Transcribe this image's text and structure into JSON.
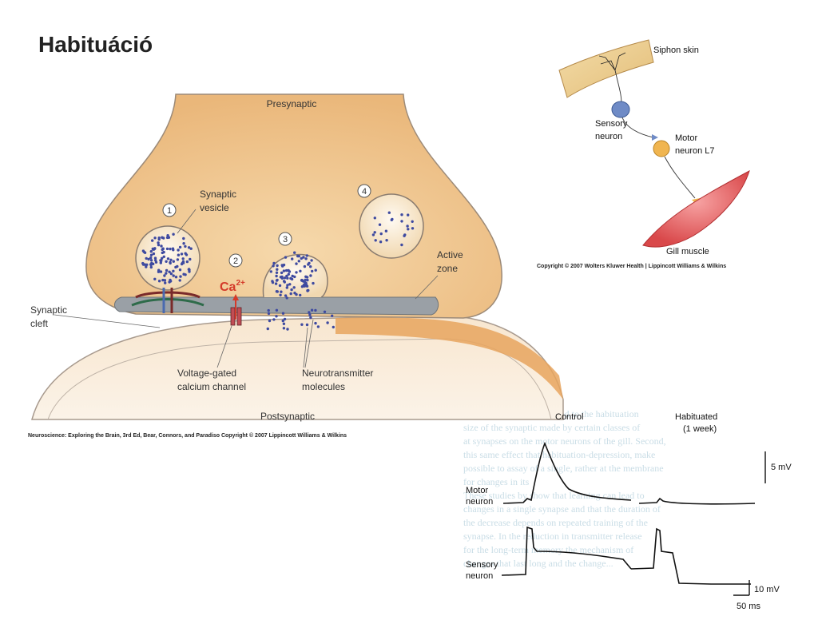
{
  "title": "Habituáció",
  "synapse": {
    "presynaptic": "Presynaptic",
    "postsynaptic": "Postsynaptic",
    "synaptic_vesicle": [
      "Synaptic",
      "vesicle"
    ],
    "synaptic_cleft": [
      "Synaptic",
      "cleft"
    ],
    "active_zone": [
      "Active",
      "zone"
    ],
    "calcium_channel": [
      "Voltage-gated",
      "calcium channel"
    ],
    "neurotransmitter": [
      "Neurotransmitter",
      "molecules"
    ],
    "ion": "Ca",
    "ion_charge": "2+",
    "steps": [
      "1",
      "2",
      "3",
      "4"
    ],
    "credit": "Neuroscience: Exploring the Brain, 3rd Ed, Bear, Connors, and Paradiso Copyright © 2007 Lippincott Williams & Wilkins"
  },
  "circuit": {
    "siphon_skin": "Siphon skin",
    "sensory_neuron": [
      "Sensory",
      "neuron"
    ],
    "motor_neuron": [
      "Motor",
      "neuron L7"
    ],
    "gill_muscle": "Gill muscle",
    "credit": "Copyright © 2007 Wolters Kluwer Health | Lippincott Williams & Wilkins"
  },
  "recording": {
    "control": "Control",
    "habituated": [
      "Habituated",
      "(1 week)"
    ],
    "motor_neuron": [
      "Motor",
      "neuron"
    ],
    "sensory_neuron": [
      "Sensory",
      "neuron"
    ],
    "scale_5mv": "5 mV",
    "scale_10mv": "10 mV",
    "scale_50ms": "50 ms"
  },
  "background_text": "follow-depression. changed to the habituation\nsize of the synaptic made by certain classes of\nat synapses on the motor neurons of the gill. Second,\nthis same effect that habituation-depression, make\npossible to assay of a single, rather at the membrane\nfor changes in its\n   These studies by show that learning can lead to\nchanges in a single synapse and that the duration of\nthe decrease depends on repeated training of the\nsynapse. In the reduction in transmitter release\nfor the long-term memory the mechanism of\nchanges that last long and the change..."
}
